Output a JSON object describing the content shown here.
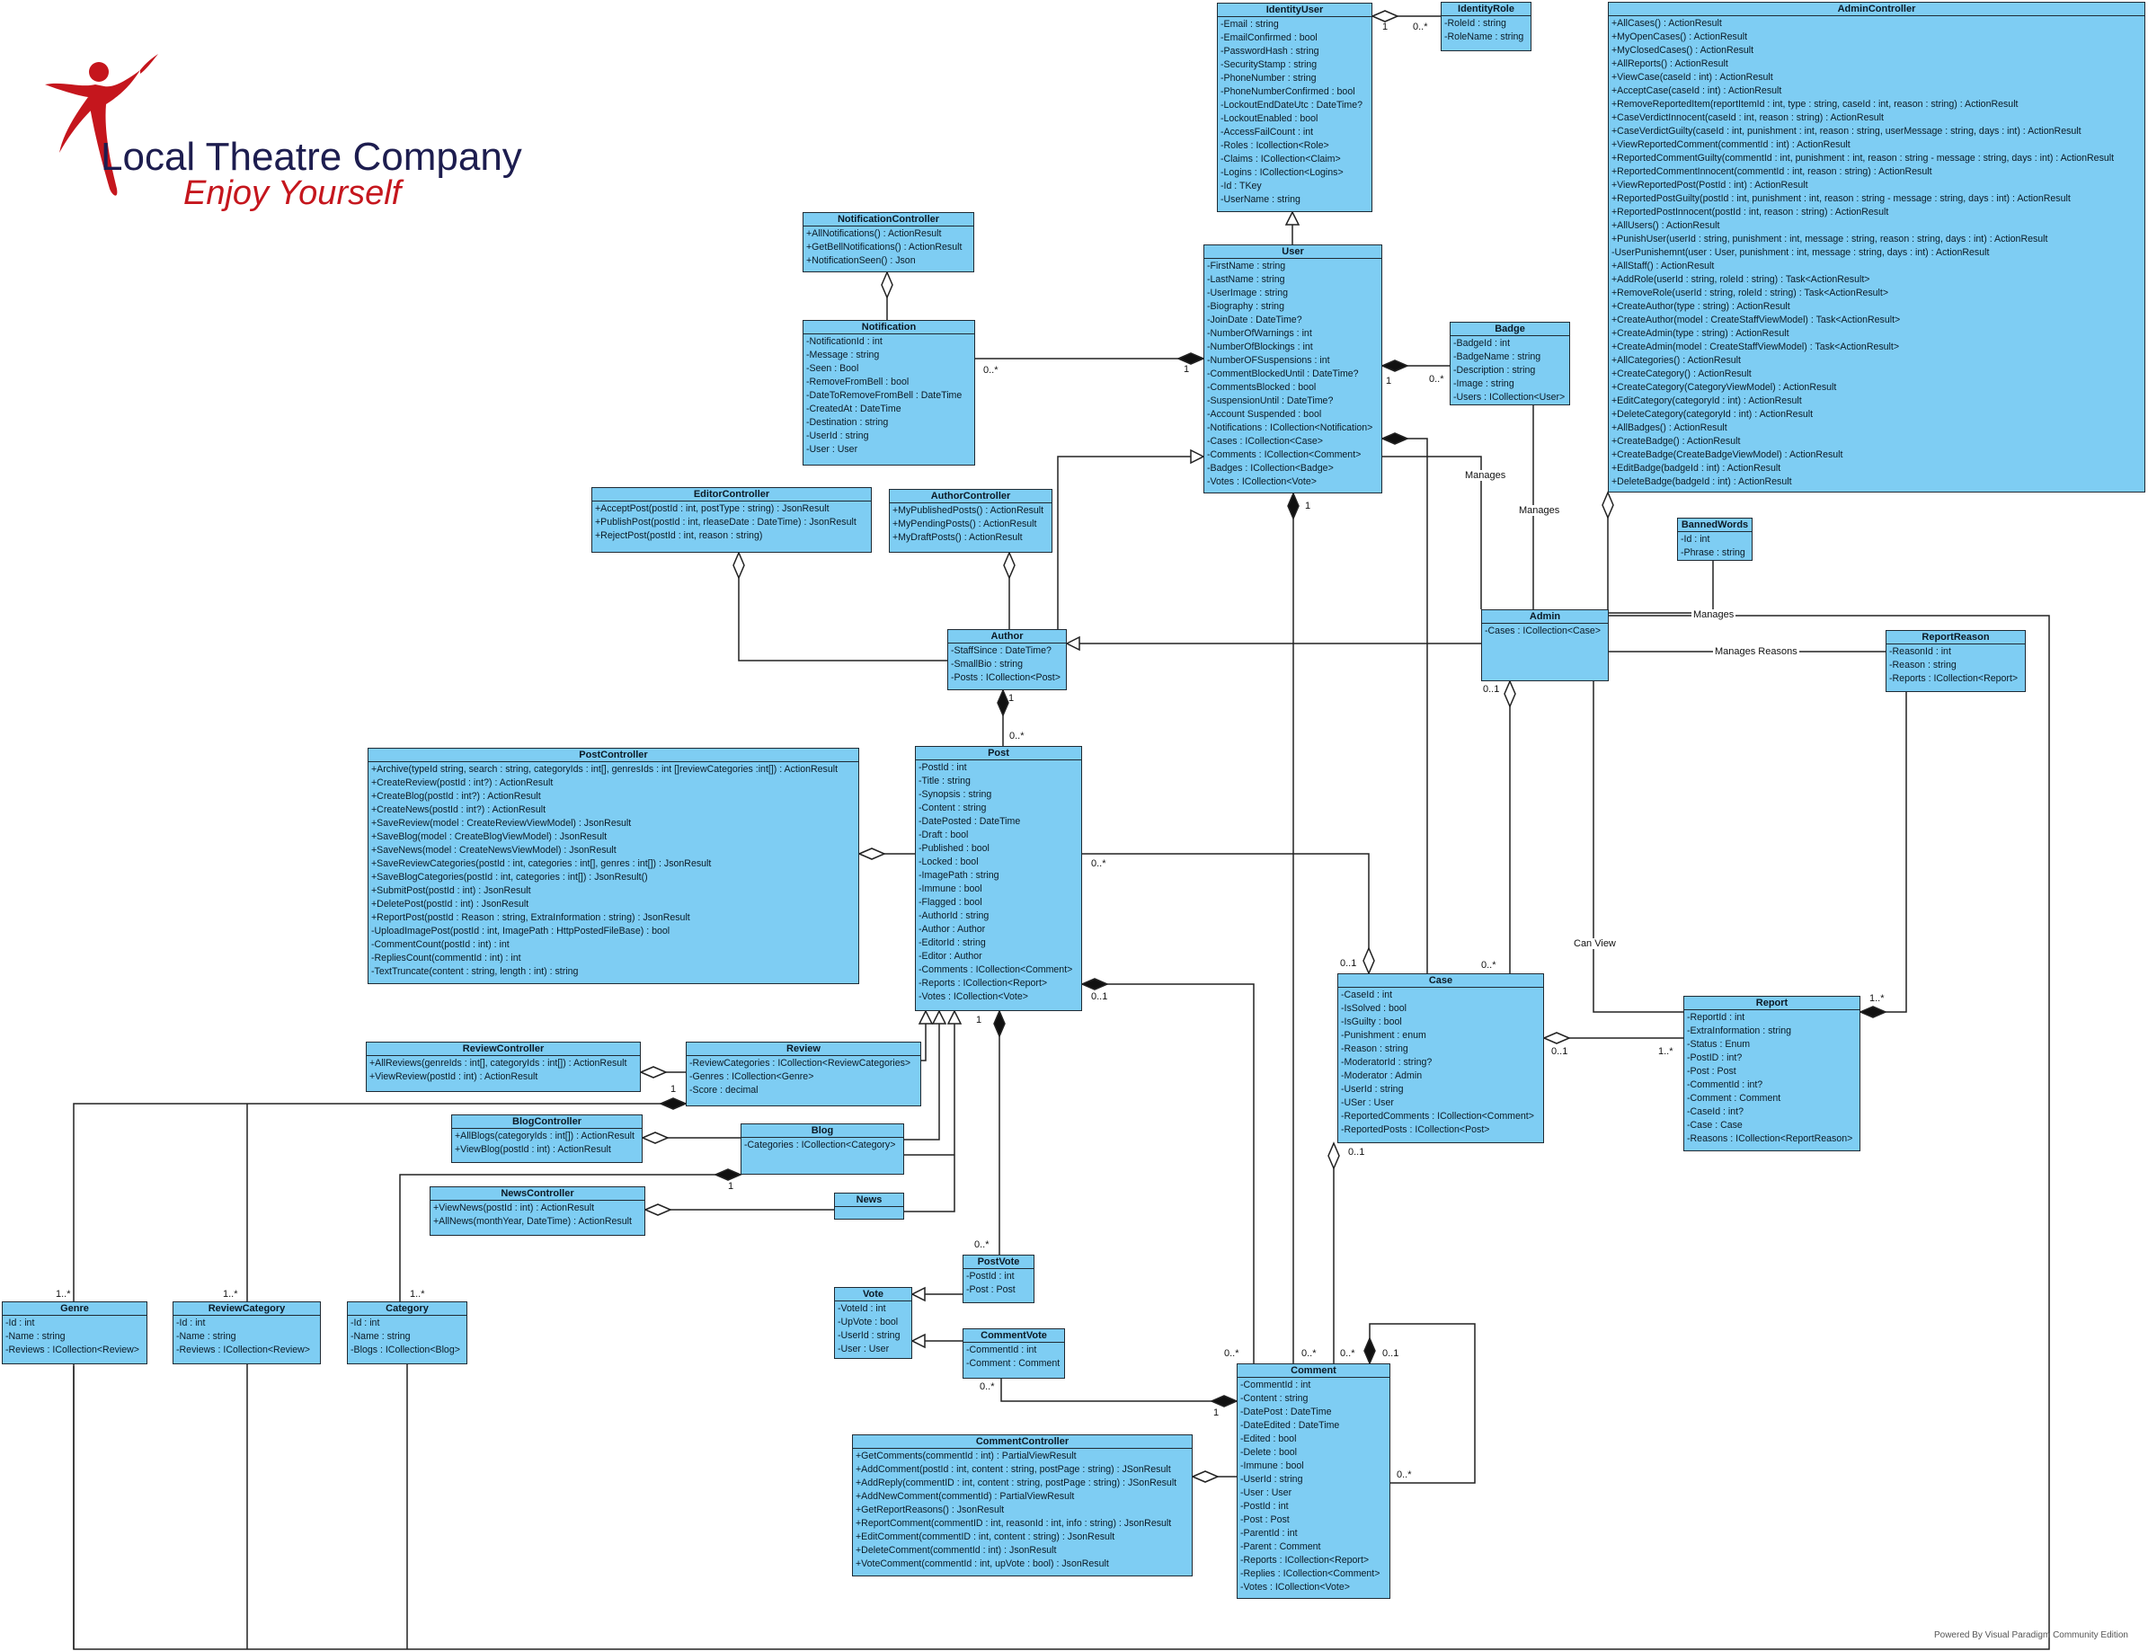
{
  "brand": {
    "name": "Local Theatre Company",
    "tagline": "Enjoy Yourself",
    "colors": {
      "name": "#1d1d4f",
      "tagline": "#c5161d",
      "dancer": "#c5161d"
    }
  },
  "theme": {
    "class_fill": "#7ecdf3",
    "border": "#1f2a33"
  },
  "footer": "Powered By  Visual Paradigm Community Edition",
  "classes": [
    {
      "id": "IdentityUser",
      "name": "IdentityUser",
      "members": [
        "-Email : string",
        "-EmailConfirmed : bool",
        "-PasswordHash : string",
        "-SecurityStamp : string",
        "-PhoneNumber : string",
        "-PhoneNumberConfirmed : bool",
        "-LockoutEndDateUtc : DateTime?",
        "-LockoutEnabled : bool",
        "-AccessFailCount : int",
        "-Roles : Icollection<Role>",
        "-Claims : ICollection<Claim>",
        "-Logins : ICollection<Logins>",
        "-Id : TKey",
        "-UserName : string"
      ]
    },
    {
      "id": "IdentityRole",
      "name": "IdentityRole",
      "members": [
        "-RoleId : string",
        "-RoleName : string"
      ]
    },
    {
      "id": "AdminController",
      "name": "AdminController",
      "members": [
        "+AllCases() : ActionResult",
        "+MyOpenCases() : ActionResult",
        "+MyClosedCases() : ActionResult",
        "+AllReports() : ActionResult",
        "+ViewCase(caseId : int) : ActionResult",
        "+AcceptCase(caseId : int) : ActionResult",
        "+RemoveReportedItem(reportItemId : int, type : string, caseId : int, reason : string) : ActionResult",
        "+CaseVerdictInnocent(caseId : int, reason : string) : ActionResult",
        "+CaseVerdictGuilty(caseId : int, punishment : int, reason : string, userMessage : string, days : int) : ActionResult",
        "+ViewReportedComment(commentId : int) : ActionResult",
        "+ReportedCommentGuilty(commentId : int, punishment : int, reason : string - message : string, days : int) : ActionResult",
        "+ReportedCommentInnocent(commentId : int, reason : string) : ActionResult",
        "+ViewReportedPost(PostId : int) : ActionResult",
        "+ReportedPostGuilty(postId : int, punishment : int, reason : string - message : string, days : int) : ActionResult",
        "+ReportedPostInnocent(postId : int, reason : string) : ActionResult",
        "+AllUsers() : ActionResult",
        "+PunishUser(userId : string, punishment : int, message : string, reason : string, days : int) : ActionResult",
        "-UserPunishemnt(user : User, punishment : int, message : string, days : int) : ActionResult",
        "+AllStaff() : ActionResult",
        "+AddRole(userId : string, roleId : string) : Task<ActionResult>",
        "+RemoveRole(userId : string, roleId : string) : Task<ActionResult>",
        "+CreateAuthor(type : string) : ActionResult",
        "+CreateAuthor(model : CreateStaffViewModel) : Task<ActionResult>",
        "+CreateAdmin(type : string) : ActionResult",
        "+CreateAdmin(model : CreateStaffViewModel) : Task<ActionResult>",
        "+AllCategories() : ActionResult",
        "+CreateCategory() : ActionResult",
        "+CreateCategory(CategoryViewModel) : ActionResult",
        "+EditCategory(categoryId : int) : ActionResult",
        "+DeleteCategory(categoryId : int) : ActionResult",
        "+AllBadges() : ActionResult",
        "+CreateBadge() : ActionResult",
        "+CreateBadge(CreateBadgeViewModel) : ActionResult",
        "+EditBadge(badgeId : int) : ActionResult",
        "+DeleteBadge(badgeId : int) : ActionResult"
      ]
    },
    {
      "id": "NotificationController",
      "name": "NotificationController",
      "members": [
        "+AllNotifications() : ActionResult",
        "+GetBellNotifications() : ActionResult",
        "+NotificationSeen() : Json"
      ]
    },
    {
      "id": "Notification",
      "name": "Notification",
      "members": [
        "-NotificationId : int",
        "-Message : string",
        "-Seen : Bool",
        "-RemoveFromBell : bool",
        "-DateToRemoveFromBell : DateTime",
        "-CreatedAt : DateTime",
        "-Destination : string",
        "-UserId : string",
        "-User : User"
      ]
    },
    {
      "id": "User",
      "name": "User",
      "members": [
        "-FirstName : string",
        "-LastName : string",
        "-UserImage : string",
        "-Biography : string",
        "-JoinDate : DateTime?",
        "-NumberOfWarnings : int",
        "-NumberOfBlockings : int",
        "-NumberOFSuspensions : int",
        "-CommentBlockedUntil : DateTime?",
        "-CommentsBlocked : bool",
        "-SuspensionUntil : DateTime?",
        "-Account Suspended : bool",
        "-Notifications : ICollection<Notification>",
        "-Cases : ICollection<Case>",
        "-Comments : ICollection<Comment>",
        "-Badges : ICollection<Badge>",
        "-Votes : ICollection<Vote>"
      ]
    },
    {
      "id": "Badge",
      "name": "Badge",
      "members": [
        "-BadgeId : int",
        "-BadgeName : string",
        "-Description : string",
        "-Image : string",
        "-Users : ICollection<User>"
      ]
    },
    {
      "id": "EditorController",
      "name": "EditorController",
      "members": [
        "+AcceptPost(postId : int, postType : string) : JsonResult",
        "+PublishPost(postId : int, rleaseDate : DateTime) : JsonResult",
        "+RejectPost(postId : int, reason : string)"
      ]
    },
    {
      "id": "AuthorController",
      "name": "AuthorController",
      "members": [
        "+MyPublishedPosts() : ActionResult",
        "+MyPendingPosts() : ActionResult",
        "+MyDraftPosts() : ActionResult"
      ]
    },
    {
      "id": "BannedWords",
      "name": "BannedWords",
      "members": [
        "-Id : int",
        "-Phrase : string"
      ]
    },
    {
      "id": "Author",
      "name": "Author",
      "members": [
        "-StaffSince : DateTime?",
        "-SmallBio : string",
        "-Posts : ICollection<Post>"
      ]
    },
    {
      "id": "Admin",
      "name": "Admin",
      "members": [
        "-Cases : ICollection<Case>"
      ]
    },
    {
      "id": "ReportReason",
      "name": "ReportReason",
      "members": [
        "-ReasonId : int",
        "-Reason : string",
        "-Reports : ICollection<Report>"
      ]
    },
    {
      "id": "PostController",
      "name": "PostController",
      "members": [
        "+Archive(typeId string, search : string, categoryIds : int[], genresIds : int []reviewCategories :int[]) : ActionResult",
        "+CreateReview(postId : int?) : ActionResult",
        "+CreateBlog(postId : int?) : ActionResult",
        "+CreateNews(postId : int?) : ActionResult",
        "+SaveReview(model : CreateReviewViewModel) : JsonResult",
        "+SaveBlog(model : CreateBlogViewModel) : JsonResult",
        "+SaveNews(model : CreateNewsViewModel) : JsonResult",
        "+SaveReviewCategories(postId : int, categories : int[], genres : int[]) : JsonResult",
        "+SaveBlogCategories(postId : int, categories : int[]) : JsonResult()",
        "+SubmitPost(postId : int) : JsonResult",
        "+DeletePost(postId : int) : JsonResult",
        "+ReportPost(postId : Reason : string, ExtraInformation : string) : JsonResult",
        "-UploadImagePost(postId : int, ImagePath : HttpPostedFileBase) : bool",
        "-CommentCount(postId : int) : int",
        "-RepliesCount(commentId : int) : int",
        "-TextTruncate(content : string, length : int) : string"
      ]
    },
    {
      "id": "Post",
      "name": "Post",
      "members": [
        "-PostId : int",
        "-Title : string",
        "-Synopsis : string",
        "-Content : string",
        "-DatePosted : DateTime",
        "-Draft : bool",
        "-Published : bool",
        "-Locked : bool",
        "-ImagePath : string",
        "-Immune : bool",
        "-Flagged : bool",
        "-AuthorId : string",
        "-Author : Author",
        "-EditorId : string",
        "-Editor : Author",
        "-Comments : ICollection<Comment>",
        "-Reports : ICollection<Report>",
        "-Votes : ICollection<Vote>"
      ]
    },
    {
      "id": "Case",
      "name": "Case",
      "members": [
        "-CaseId : int",
        "-IsSolved : bool",
        "-IsGuilty : bool",
        "-Punishment : enum",
        "-Reason : string",
        "-ModeratorId : string?",
        "-Moderator : Admin",
        "-UserId : string",
        "-USer : User",
        "-ReportedComments : ICollection<Comment>",
        "-ReportedPosts : ICollection<Post>"
      ]
    },
    {
      "id": "Report",
      "name": "Report",
      "members": [
        "-ReportId : int",
        "-ExtraInformation : string",
        "-Status : Enum",
        "-PostID : int?",
        "-Post : Post",
        "-CommentId : int?",
        "-Comment : Comment",
        "-CaseId : int?",
        "-Case : Case",
        "-Reasons : ICollection<ReportReason>"
      ]
    },
    {
      "id": "ReviewController",
      "name": "ReviewController",
      "members": [
        "+AllReviews(genreIds : int[], categoryIds : int[]) : ActionResult",
        "+ViewReview(postId : int) : ActionResult"
      ]
    },
    {
      "id": "Review",
      "name": "Review",
      "members": [
        "-ReviewCategories : ICollection<ReviewCategories>",
        "-Genres : ICollection<Genre>",
        "-Score : decimal"
      ]
    },
    {
      "id": "BlogController",
      "name": "BlogController",
      "members": [
        "+AllBlogs(categoryIds : int[]) : ActionResult",
        "+ViewBlog(postId : int) : ActionResult"
      ]
    },
    {
      "id": "Blog",
      "name": "Blog",
      "members": [
        "-Categories : ICollection<Category>"
      ]
    },
    {
      "id": "NewsController",
      "name": "NewsController",
      "members": [
        "+ViewNews(postId : int) : ActionResult",
        "+AllNews(monthYear, DateTime) : ActionResult"
      ]
    },
    {
      "id": "News",
      "name": "News",
      "members": []
    },
    {
      "id": "PostVote",
      "name": "PostVote",
      "members": [
        "-PostId : int",
        "-Post : Post"
      ]
    },
    {
      "id": "Vote",
      "name": "Vote",
      "members": [
        "-VoteId : int",
        "-UpVote : bool",
        "-UserId : string",
        "-User : User"
      ]
    },
    {
      "id": "CommentVote",
      "name": "CommentVote",
      "members": [
        "-CommentId : int",
        "-Comment : Comment"
      ]
    },
    {
      "id": "Genre",
      "name": "Genre",
      "members": [
        "-Id : int",
        "-Name : string",
        "-Reviews : ICollection<Review>"
      ]
    },
    {
      "id": "ReviewCategory",
      "name": "ReviewCategory",
      "members": [
        "-Id : int",
        "-Name : string",
        "-Reviews : ICollection<Review>"
      ]
    },
    {
      "id": "Category",
      "name": "Category",
      "members": [
        "-Id : int",
        "-Name : string",
        "-Blogs : ICollection<Blog>"
      ]
    },
    {
      "id": "CommentController",
      "name": "CommentController",
      "members": [
        "+GetComments(commentId : int) : PartialViewResult",
        "+AddComment(postId : int, content : string, postPage : string) : JSonResult",
        "+AddReply(commentID : int, content : string, postPage : string) : JSonResult",
        "+AddNewComment(commentId) : PartialViewResult",
        "+GetReportReasons() : JsonResult",
        "+ReportComment(commentID : int, reasonId : int, info : string) : JsonResult",
        "+EditComment(commentID : int, content : string) : JsonResult",
        "+DeleteComment(commentId : int) : JsonResult",
        "+VoteComment(commentId : int, upVote : bool) : JsonResult"
      ]
    },
    {
      "id": "Comment",
      "name": "Comment",
      "members": [
        "-CommentId : int",
        "-Content : string",
        "-DatePost : DateTime",
        "-DateEdited : DateTime",
        "-Edited : bool",
        "-Delete : bool",
        "-Immune : bool",
        "-UserId : string",
        "-User : User",
        "-PostId : int",
        "-Post : Post",
        "-ParentId : int",
        "-Parent : Comment",
        "-Reports : ICollection<Report>",
        "-Replies : ICollection<Comment>",
        "-Votes : ICollection<Vote>"
      ]
    }
  ],
  "edge_labels": [
    {
      "id": "l1",
      "text": "1"
    },
    {
      "id": "l2",
      "text": "0..*"
    },
    {
      "id": "l3",
      "text": "0..*"
    },
    {
      "id": "l4",
      "text": "1"
    },
    {
      "id": "l5",
      "text": "1"
    },
    {
      "id": "l6",
      "text": "0..*"
    },
    {
      "id": "l7",
      "text": "Manages"
    },
    {
      "id": "l8",
      "text": "Manages"
    },
    {
      "id": "l9",
      "text": "1"
    },
    {
      "id": "l10",
      "text": "Manages"
    },
    {
      "id": "l11",
      "text": "Manages Reasons"
    },
    {
      "id": "l12",
      "text": "1"
    },
    {
      "id": "l13",
      "text": "0..*"
    },
    {
      "id": "l14",
      "text": "0..*"
    },
    {
      "id": "l15",
      "text": "0..1"
    },
    {
      "id": "l16",
      "text": "0..1"
    },
    {
      "id": "l17",
      "text": "0..1"
    },
    {
      "id": "l18",
      "text": "0..*"
    },
    {
      "id": "l19",
      "text": "Can View"
    },
    {
      "id": "l20",
      "text": "0..1"
    },
    {
      "id": "l21",
      "text": "1..*"
    },
    {
      "id": "l22",
      "text": "1..*"
    },
    {
      "id": "l23",
      "text": "0..1"
    },
    {
      "id": "l24",
      "text": "1"
    },
    {
      "id": "l25",
      "text": "0..*"
    },
    {
      "id": "l26",
      "text": "1"
    },
    {
      "id": "l27",
      "text": "1"
    },
    {
      "id": "l28",
      "text": "1..*"
    },
    {
      "id": "l29",
      "text": "1..*"
    },
    {
      "id": "l30",
      "text": "1..*"
    },
    {
      "id": "l31",
      "text": "0..*"
    },
    {
      "id": "l32",
      "text": "1"
    },
    {
      "id": "l33",
      "text": "0..*"
    },
    {
      "id": "l34",
      "text": "0..*"
    },
    {
      "id": "l35",
      "text": "0..*"
    },
    {
      "id": "l36",
      "text": "0..1"
    },
    {
      "id": "l37",
      "text": "0..*"
    }
  ]
}
